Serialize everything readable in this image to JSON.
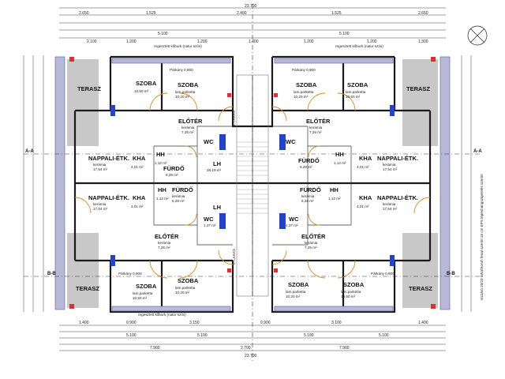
{
  "dims": {
    "top_total": "23.700",
    "bottom_total": "23.700",
    "top_row1": [
      "2.650",
      "1.525",
      "2.400",
      "1.525",
      "2.650"
    ],
    "top_row2": [
      "5.100",
      "5.100"
    ],
    "top_row3": [
      "2.100",
      "1.200",
      "1.200",
      "1.400",
      "1.200",
      "1.200",
      "1.300"
    ],
    "bottom_row1": [
      "7.900",
      "7.900",
      "2.700"
    ],
    "bottom_row2": [
      "5.100",
      "5.100",
      "5.100",
      "5.100"
    ],
    "bottom_row3": [
      "1.400",
      "0.900",
      "3.150",
      "0.900",
      "3.100",
      "1.400"
    ]
  },
  "labels": {
    "kobur_top_left": "regesztett kőburk (natur színi)",
    "kobur_top_right": "regesztett kőburk (natur színi)",
    "kobur_bottom": "regesztett kőburk (natur színi)",
    "parkany_top_left": "Párkány 0,900",
    "parkany_top_right": "Párkány 0,900",
    "parkany_bottom_left": "Párkány 0,900",
    "parkany_bottom_right": "Párkány 0,900",
    "section_aa_left": "A-A",
    "section_aa_right": "A-A",
    "section_bb_left": "B-B",
    "section_bb_right": "B-B",
    "lakas_top": "3. LAKÁS",
    "lakas_bottom": "2. LAKÁS",
    "lh": "LH",
    "note": "vízzáró 20/20 tahal koruh feoal szerint 15 cm EPS lépéshangszigetelés szerint"
  },
  "rooms": {
    "szoba": "SZOBA",
    "szoba_floor": "lam.parketta",
    "szoba_area1": "10,20 m²",
    "szoba_area2": "10,50 m²",
    "terasz": "TERASZ",
    "eloter": "ELŐTÉR",
    "eloter_floor": "kerámia",
    "eloter_area": "7,25 m²",
    "nappali": "NAPPALI-ÉTK.",
    "nappali_floor": "kerámia",
    "nappali_area": "17,54 m²",
    "kha": "KHA",
    "kha_area": "4,01 m²",
    "hh": "HH",
    "hh_area": "1,12 m²",
    "furdo": "FÜRDŐ",
    "furdo_floor": "kerámia",
    "furdo_area": "6,28 m²",
    "wc": "WC",
    "wc_area": "1,37 m²",
    "lh_area": "28,19 m²"
  },
  "colors": {
    "wall": "#1a1a1a",
    "door": "#e08a1e",
    "column_blue": "#2244cc",
    "column_red": "#dd3030",
    "terrace": "#9a9a9a",
    "stair": "#b8b8d8"
  }
}
